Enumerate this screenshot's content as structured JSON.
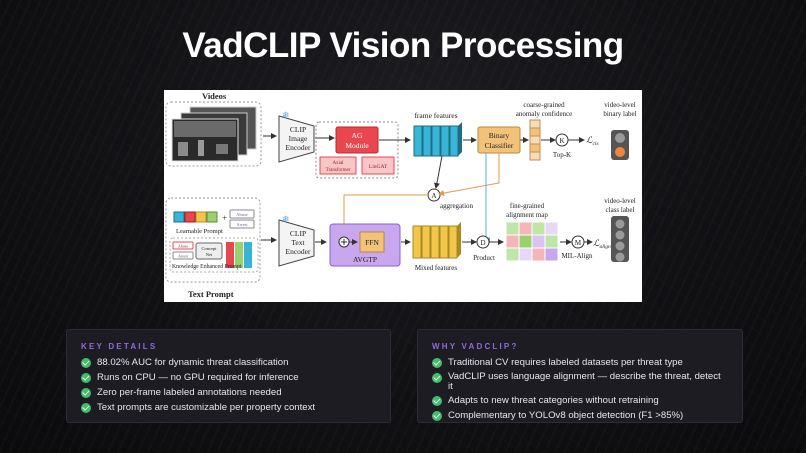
{
  "slide": {
    "title": "VadCLIP Vision Processing"
  },
  "diagram": {
    "videos": "Videos",
    "clip_image_encoder": [
      "CLIP",
      "Image",
      "Encoder"
    ],
    "ag_module": [
      "AG",
      "Module"
    ],
    "axial_transformer": [
      "Axial",
      "Transformer"
    ],
    "lingat": "LinGAT",
    "frame_features": "frame features",
    "binary_classifier": [
      "Binary",
      "Classifier"
    ],
    "coarse_grained": [
      "coarse-grained",
      "anomaly confidence"
    ],
    "topk_symbol": "K",
    "topk_label": "Top-K",
    "loss_cls": "ℒ",
    "loss_cls_sub": "cls",
    "video_binary_label": [
      "video-level",
      "binary label"
    ],
    "aggregation_symbol": "A",
    "aggregation": "aggregation",
    "fine_grained": [
      "fine-grained",
      "alignment map"
    ],
    "video_class_label": [
      "video-level",
      "class label"
    ],
    "learnable_prompt": "Learnable Prompt",
    "concept_net": [
      "Concept",
      "Net"
    ],
    "knowledge_prompt": "Knowledge Enhanced Prompt",
    "prompt_tag_abuse": "Abuse",
    "prompt_tag_arrest": "Arrest",
    "clip_text_encoder": [
      "CLIP",
      "Text",
      "Encoder"
    ],
    "ffn": "FFN",
    "avgtp": "AVGTP",
    "mixed_features": "Mixed features",
    "product_symbol": "D",
    "product": "Product",
    "mil_symbol": "M",
    "mil_align": "MIL-Align",
    "loss_align": "ℒ",
    "loss_align_sub": "align",
    "text_prompt": "Text Prompt"
  },
  "key_details": {
    "heading": "KEY DETAILS",
    "items": [
      "88.02% AUC for dynamic threat classification",
      "Runs on CPU — no GPU required for inference",
      "Zero per-frame labeled annotations needed",
      "Text prompts are customizable per property context"
    ]
  },
  "why_vadclip": {
    "heading": "WHY VADCLIP?",
    "items": [
      "Traditional CV requires labeled datasets per threat type",
      "VadCLIP uses language alignment — describe the threat, detect it",
      "Adapts to new threat categories without retraining",
      "Complementary to YOLOv8 object detection (F1 >85%)"
    ]
  },
  "colors": {
    "accent": "#8f6ae0",
    "check": "#3fbf6a",
    "ag_module": "#e8474f",
    "binary_classifier": "#f2c27a",
    "frame_features": "#38b5d6",
    "mixed_features": "#f2c64a",
    "avgtp": "#c8a7ee",
    "encoder_blue": "#5aa9ea"
  }
}
